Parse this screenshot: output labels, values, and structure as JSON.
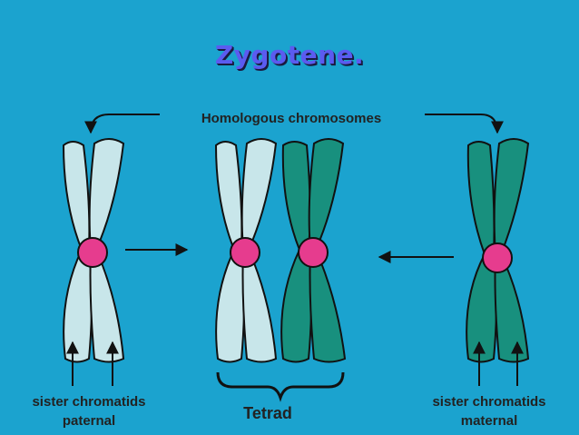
{
  "title": "Zygotene.",
  "labels": {
    "homologous": "Homologous chromosomes",
    "tetrad": "Tetrad",
    "left_line1": "sister chromatids",
    "left_line2": "paternal",
    "right_line1": "sister chromatids",
    "right_line2": "maternal"
  },
  "colors": {
    "background": "#1ba3cf",
    "paternal": "#c8e6ea",
    "maternal": "#18907e",
    "centromere": "#e63c8e"
  }
}
